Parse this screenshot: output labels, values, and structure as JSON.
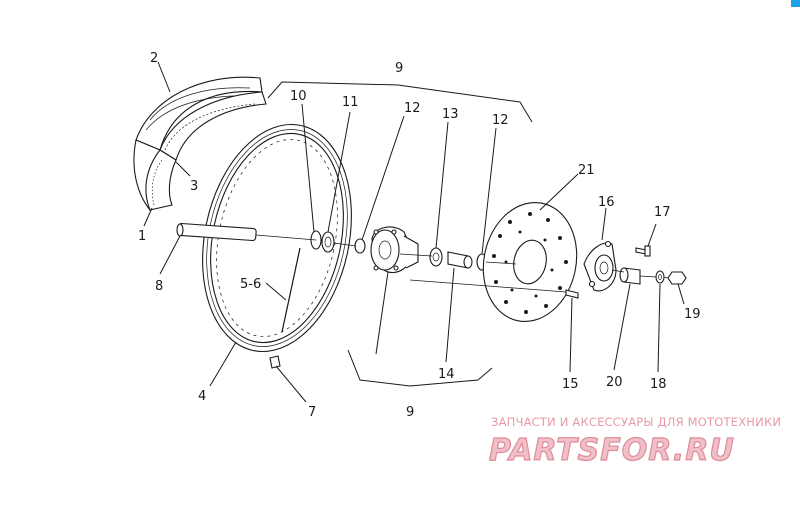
{
  "diagram": {
    "callouts": [
      {
        "id": "c2",
        "text": "2"
      },
      {
        "id": "c3",
        "text": "3"
      },
      {
        "id": "c1",
        "text": "1"
      },
      {
        "id": "c8",
        "text": "8"
      },
      {
        "id": "c56",
        "text": "5-6"
      },
      {
        "id": "c4",
        "text": "4"
      },
      {
        "id": "c7",
        "text": "7"
      },
      {
        "id": "c9top",
        "text": "9"
      },
      {
        "id": "c10",
        "text": "10"
      },
      {
        "id": "c11",
        "text": "11"
      },
      {
        "id": "c12a",
        "text": "12"
      },
      {
        "id": "c13",
        "text": "13"
      },
      {
        "id": "c12b",
        "text": "12"
      },
      {
        "id": "c14",
        "text": "14"
      },
      {
        "id": "c9bot",
        "text": "9"
      },
      {
        "id": "c21",
        "text": "21"
      },
      {
        "id": "c16",
        "text": "16"
      },
      {
        "id": "c17",
        "text": "17"
      },
      {
        "id": "c19",
        "text": "19"
      },
      {
        "id": "c15",
        "text": "15"
      },
      {
        "id": "c20",
        "text": "20"
      },
      {
        "id": "c18",
        "text": "18"
      }
    ]
  },
  "watermark": {
    "tagline": "ЗАПЧАСТИ И АКСЕССУАРЫ ДЛЯ МОТОТЕХНИКИ",
    "brand": "PARTSFOR.RU"
  },
  "colors": {
    "line": "#1a1a1a",
    "watermark_pink": "#e08b99",
    "corner_accent": "#1aa3e8"
  }
}
